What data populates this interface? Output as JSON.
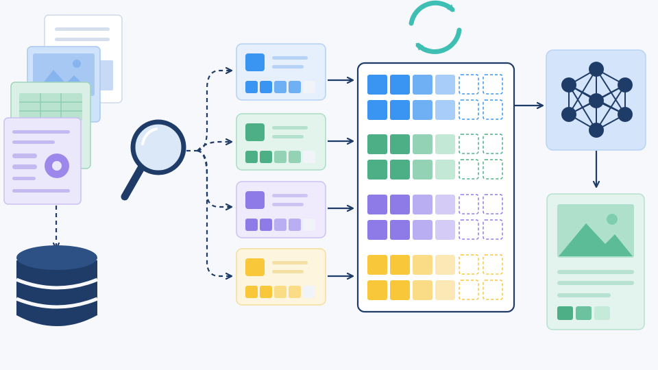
{
  "palette": {
    "navy": "#1f3c68",
    "blue": "#3a95f2",
    "blue_mid": "#6fb0f5",
    "blue_light": "#a8cdf8",
    "green": "#4daf86",
    "green_mid": "#93d2b4",
    "green_light": "#c4e8d6",
    "purple": "#8e7be8",
    "purple_mid": "#b9aef2",
    "purple_light": "#d4ccf7",
    "yellow": "#f8c73a",
    "yellow_mid": "#fadc86",
    "yellow_light": "#fbe8b4",
    "teal": "#3fbfb3",
    "node_panel": "#d3e4fb",
    "output_card": "#dff3ec"
  },
  "icons": {
    "source_documents": [
      "document-icon",
      "image-document-icon",
      "spreadsheet-icon",
      "form-document-icon"
    ],
    "storage": "database-icon",
    "search": "magnifier-icon",
    "refresh": "refresh-cycle-icon",
    "model": "neural-network-icon",
    "result": "image-report-icon"
  },
  "categories": [
    {
      "color_key": "blue",
      "filled_tiles": 4
    },
    {
      "color_key": "green",
      "filled_tiles": 4
    },
    {
      "color_key": "purple",
      "filled_tiles": 4
    },
    {
      "color_key": "yellow",
      "filled_tiles": 4
    }
  ],
  "matrix": {
    "columns": 6,
    "rows_per_category": 2,
    "dashed_columns": 2
  }
}
